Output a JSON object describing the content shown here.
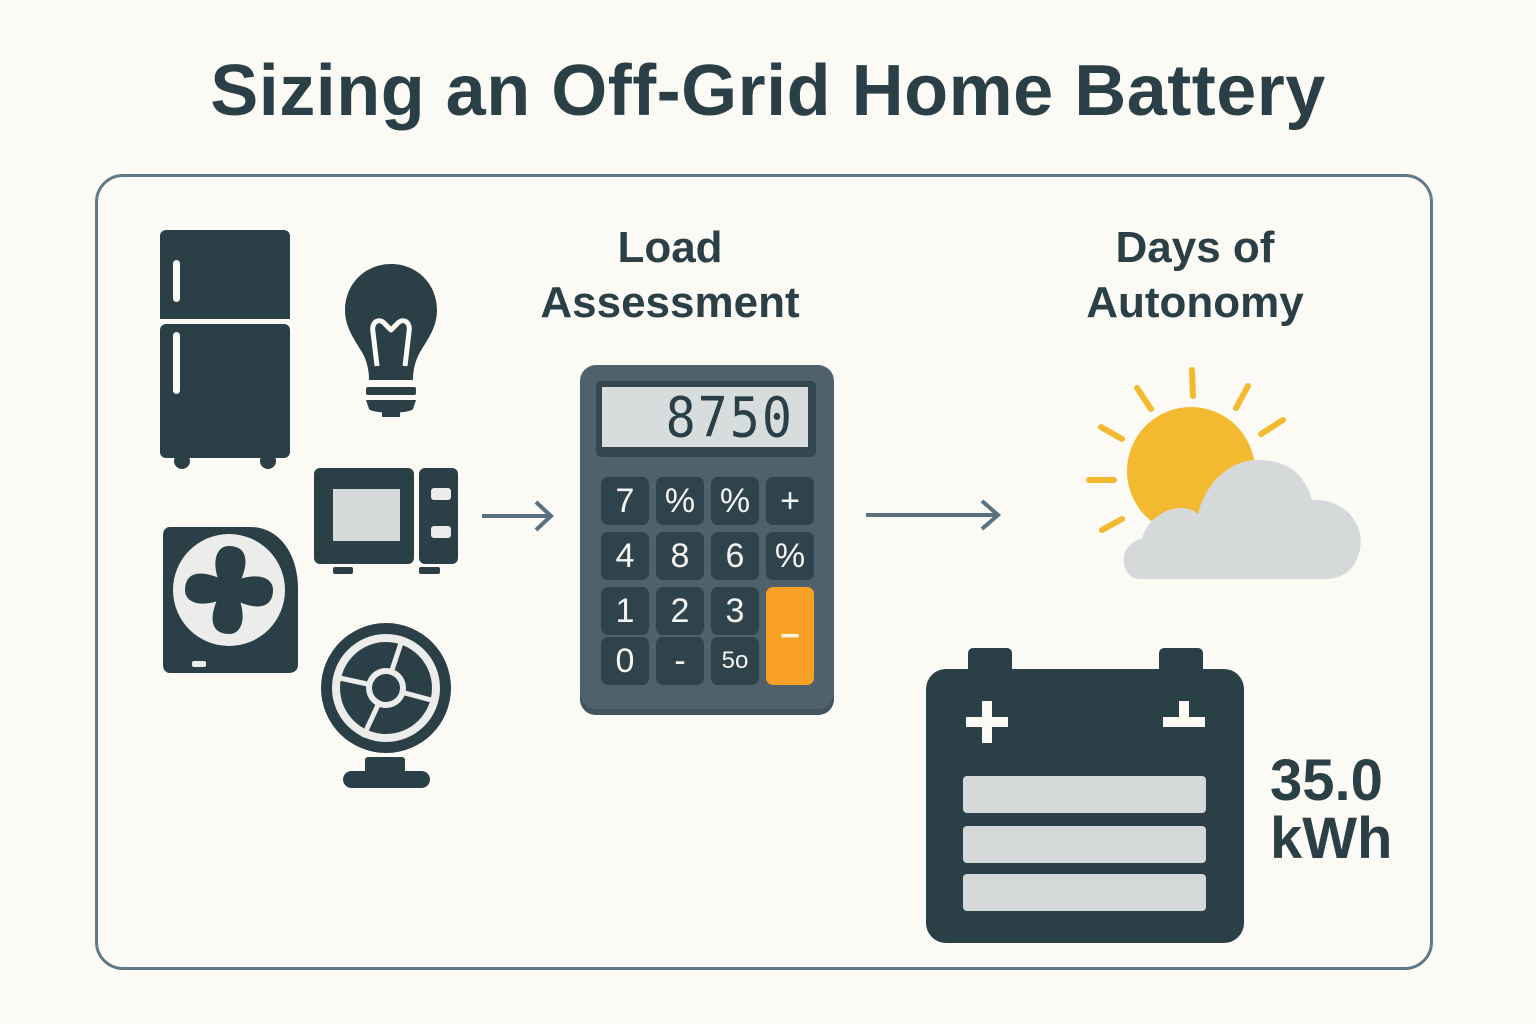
{
  "title": "Sizing an Off-Grid Home Battery",
  "colors": {
    "background": "#fbfaf5",
    "text": "#2b3f47",
    "icon_dark": "#2b3f47",
    "panel_border": "#627a88",
    "arrow": "#587282",
    "calculator_body": "#4f616b",
    "calculator_key": "#2e434b",
    "calculator_accent": "#f7a024",
    "display_bg": "#d7dcdc",
    "sun": "#f3b930",
    "cloud": "#d5d9da",
    "battery_bar": "#d5d9da"
  },
  "sections": {
    "load": {
      "label_line1": "Load",
      "label_line2": "Assessment",
      "appliances": [
        "refrigerator-icon",
        "light-bulb-icon",
        "microwave-icon",
        "air-conditioner-icon",
        "desk-fan-icon"
      ]
    },
    "autonomy": {
      "label_line1": "Days of",
      "label_line2": "Autonomy",
      "weather_icon": "partly-cloudy-icon"
    }
  },
  "calculator": {
    "display": "8750",
    "keys": [
      [
        "7",
        "%",
        "%",
        "+"
      ],
      [
        "4",
        "8",
        "6",
        "%"
      ],
      [
        "1",
        "2",
        "3"
      ],
      [
        "0",
        "-",
        "5o"
      ]
    ],
    "accent_key": "−"
  },
  "battery": {
    "positive_symbol": "+",
    "negative_symbol": "−",
    "charge_bars": 3,
    "capacity_value": "35.0",
    "capacity_unit": "kWh"
  },
  "flow": [
    "appliances",
    "load-assessment",
    "days-of-autonomy",
    "battery-capacity"
  ]
}
